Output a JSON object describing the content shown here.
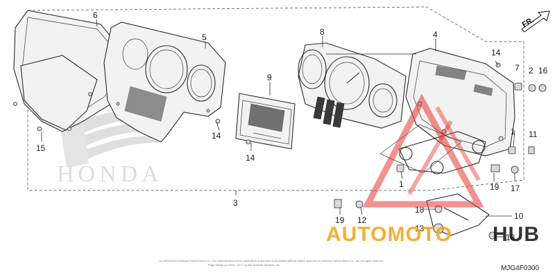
{
  "diagram": {
    "diagram_code": "MJG4F0300",
    "front_marker": "FR.",
    "copyright_line1": "(c) 2003-2015 American Honda Motor Co., Inc. Reproduction of this publication in any form is prohibited without written approval of American Honda Motor Co., Inc. All rights reserved.",
    "copyright_line2": "Page design (c) 2004 - 2017 by ARI Network Services, Inc."
  },
  "callouts": {
    "c6": "6",
    "c5": "5",
    "c8": "8",
    "c4": "4",
    "c9": "9",
    "c3": "3",
    "c15": "15",
    "c14a": "14",
    "c14b": "14",
    "c14c": "14",
    "c7": "7",
    "c2": "2",
    "c16": "16",
    "c1a": "1",
    "c1b": "1",
    "c11": "11",
    "c17": "17",
    "c19a": "19",
    "c19b": "19",
    "c12": "12",
    "c18a": "18",
    "c18b": "18",
    "c10": "10",
    "c13": "13"
  },
  "watermarks": {
    "honda_brand": "HONDA",
    "site_part1": "AUTOMOTO",
    "site_part2": "HUB",
    "accent_color": "#f5a623",
    "mark_color": "#e53935"
  }
}
